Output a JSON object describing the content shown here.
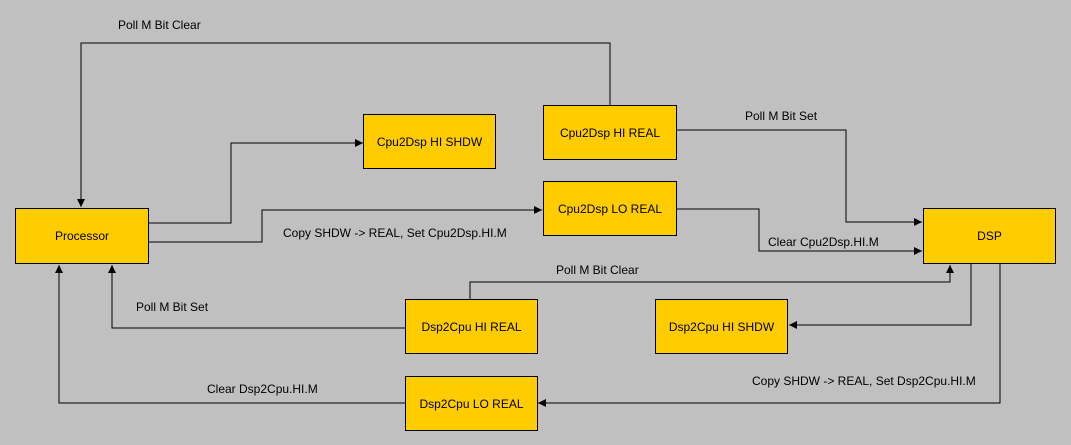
{
  "nodes": {
    "processor": "Processor",
    "cpu2dsp_hi_shdw": "Cpu2Dsp HI SHDW",
    "cpu2dsp_hi_real": "Cpu2Dsp HI REAL",
    "cpu2dsp_lo_real": "Cpu2Dsp LO REAL",
    "dsp": "DSP",
    "dsp2cpu_hi_real": "Dsp2Cpu HI REAL",
    "dsp2cpu_hi_shdw": "Dsp2Cpu HI SHDW",
    "dsp2cpu_lo_real": "Dsp2Cpu LO REAL"
  },
  "edge_labels": {
    "poll_m_bit_clear_top": "Poll M Bit Clear",
    "poll_m_bit_set_right": "Poll M Bit Set",
    "copy_shdw_cpu2dsp": "Copy SHDW -> REAL, Set Cpu2Dsp.HI.M",
    "clear_cpu2dsp": "Clear Cpu2Dsp.HI.M",
    "poll_m_bit_clear_mid": "Poll M Bit Clear",
    "poll_m_bit_set_left": "Poll M Bit Set",
    "copy_shdw_dsp2cpu": "Copy SHDW -> REAL, Set Dsp2Cpu.HI.M",
    "clear_dsp2cpu": "Clear Dsp2Cpu.HI.M"
  },
  "colors": {
    "background": "#c0c0c0",
    "box_fill": "#ffcc00",
    "line": "#000000"
  }
}
